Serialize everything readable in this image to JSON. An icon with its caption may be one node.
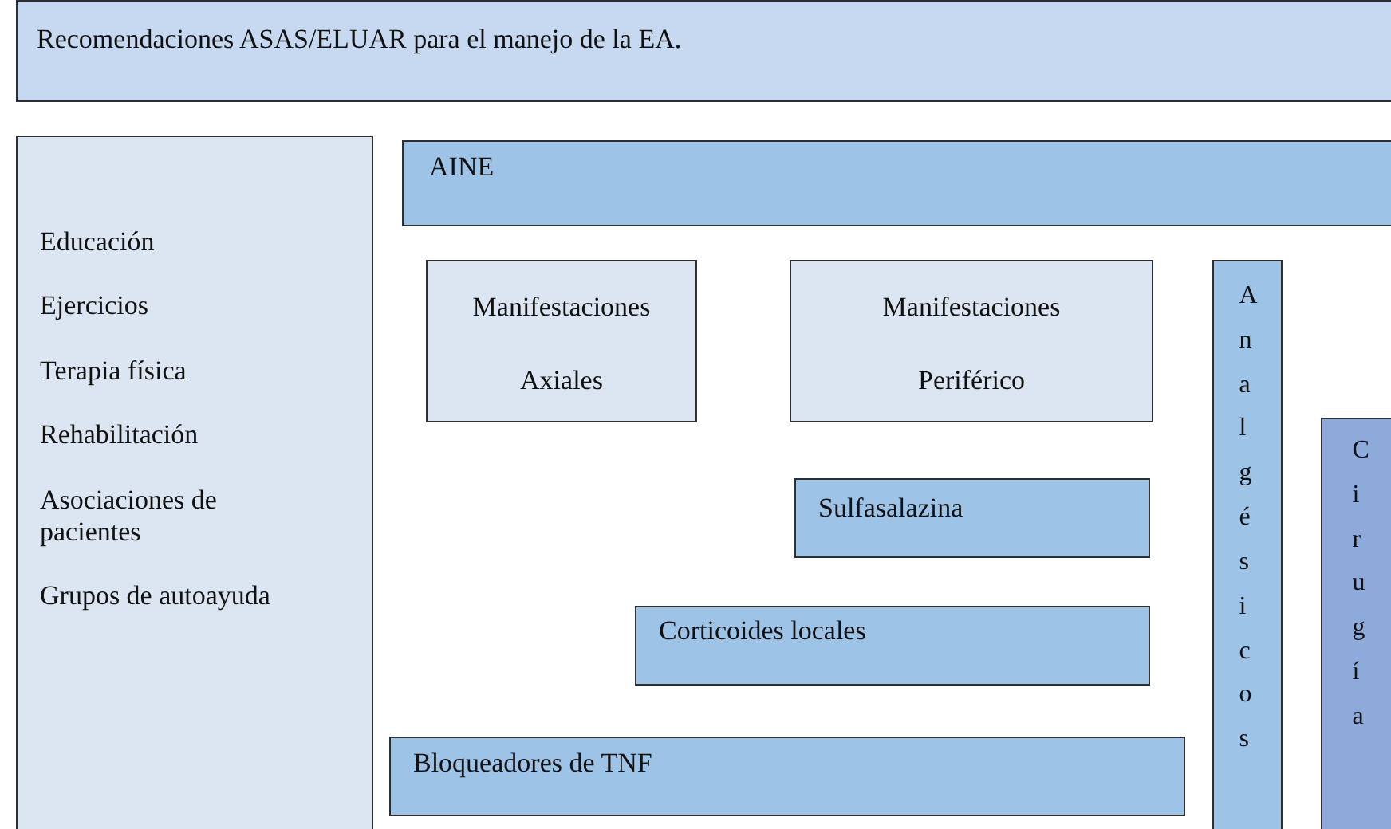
{
  "diagram": {
    "title": "Recomendaciones ASAS/ELUAR para el manejo de la EA.",
    "nodes": [
      {
        "text": [
          "Educación",
          "Ejercicios",
          "Terapia física",
          "Rehabilitación",
          "Asociaciones de pacientes",
          "Grupos de autoayuda"
        ]
      },
      {
        "text": [
          "AINE"
        ]
      },
      {
        "text": [
          "Manifestaciones Axiales"
        ]
      },
      {
        "text": [
          "Manifestaciones Periférico"
        ]
      },
      {
        "text": [
          "Analgésicos"
        ]
      },
      {
        "text": [
          "Cirugía"
        ]
      },
      {
        "text": [
          "Sulfasalazina"
        ]
      },
      {
        "text": [
          "Corticoides locales"
        ]
      },
      {
        "text": [
          "Bloqueadores de TNF"
        ]
      }
    ]
  }
}
